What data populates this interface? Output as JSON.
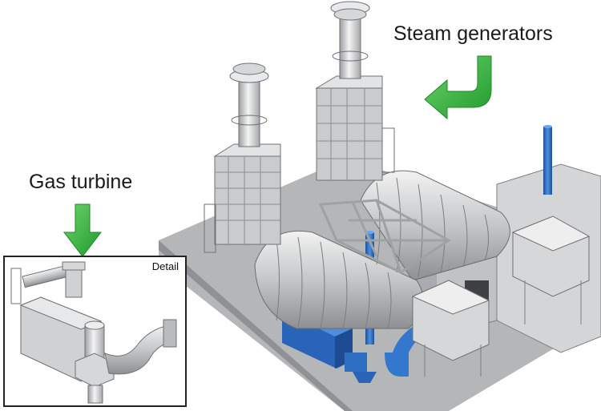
{
  "labels": {
    "steam_generators": "Steam generators",
    "gas_turbine": "Gas turbine",
    "detail": "Detail"
  },
  "colors": {
    "arrow_green": "#2fae3a",
    "duct_blue": "#2e6fc2",
    "structure_gray": "#c9cbcd",
    "ground_gray": "#a9abad"
  }
}
